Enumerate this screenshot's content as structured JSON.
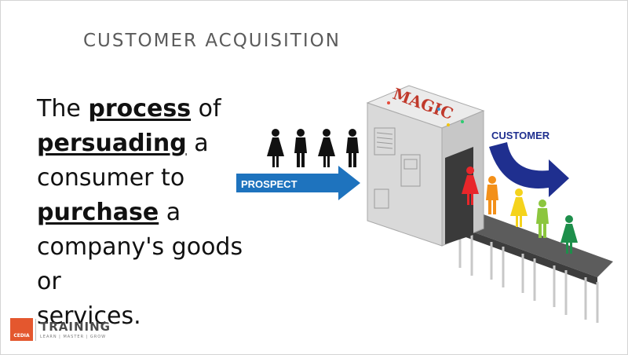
{
  "slide": {
    "title": "CUSTOMER ACQUISITION",
    "body": {
      "w1": "The ",
      "k1": "process",
      "w2": " of",
      "k2": "persuading",
      "w3": " a",
      "w4": "consumer to",
      "k3": "purchase",
      "w5": " a",
      "w6": "company's goods or",
      "w7": "services."
    }
  },
  "illustration": {
    "machine_label": "MAGIC",
    "prospect_label": "PROSPECT",
    "customer_label": "CUSTOMER",
    "colors": {
      "arrow_blue": "#1e73be",
      "curve_arrow": "#1f2f8f",
      "customer_figures": [
        "#e8262a",
        "#f39019",
        "#f5d31c",
        "#8cc63e",
        "#1e8f4b"
      ]
    }
  },
  "logo": {
    "mark": "CEDIA",
    "name": "TRAINING",
    "tagline": "LEARN | MASTER | GROW"
  }
}
